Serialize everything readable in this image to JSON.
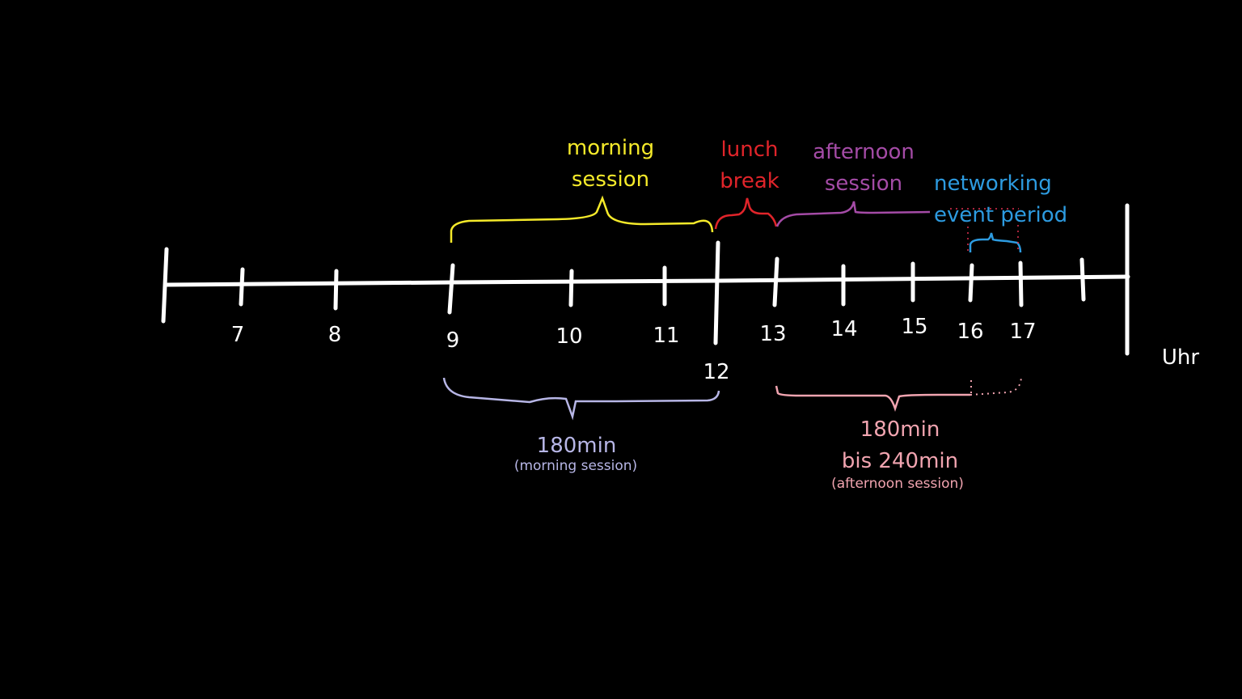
{
  "colors": {
    "background": "#000000",
    "axis": "#ffffff",
    "morning": "#f5ea2a",
    "lunch": "#e0242a",
    "afternoon": "#a44ba6",
    "networking": "#2d9be0",
    "duration_morning": "#b7b6e6",
    "duration_afternoon": "#f1a4b0"
  },
  "axis": {
    "hours": [
      "7",
      "8",
      "9",
      "10",
      "11",
      "12",
      "13",
      "14",
      "15",
      "16",
      "17"
    ],
    "unit": "Uhr"
  },
  "periods": {
    "morning": {
      "line1": "morning",
      "line2": "session"
    },
    "lunch": {
      "line1": "lunch",
      "line2": "break"
    },
    "afternoon": {
      "line1": "afternoon",
      "line2": "session"
    },
    "networking": {
      "line1": "networking",
      "line2": "event period"
    }
  },
  "durations": {
    "morning": {
      "main": "180min",
      "note": "(morning session)"
    },
    "afternoon": {
      "line1": "180min",
      "line2": "bis 240min",
      "note": "(afternoon session)"
    }
  }
}
